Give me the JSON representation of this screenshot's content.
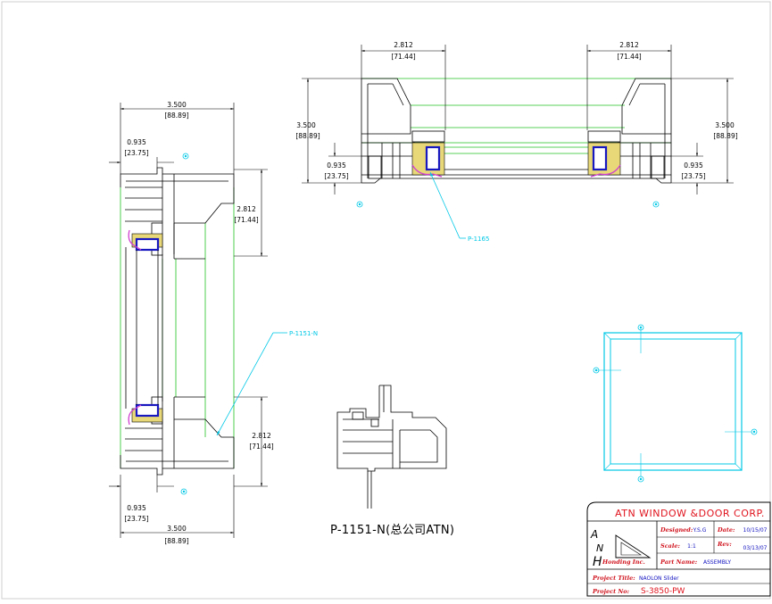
{
  "drawing": {
    "callouts": {
      "top": "P-1165",
      "left": "P-1151-N"
    },
    "caption": "P-1151-N(总公司ATN)",
    "top_view": {
      "width_left": "2.812",
      "width_left_mm": "[71.44]",
      "width_right": "2.812",
      "width_right_mm": "[71.44]",
      "height_left": "3.500",
      "height_left_mm": "[88.89]",
      "height_right": "3.500",
      "height_right_mm": "[88.89]",
      "offset_left": "0.935",
      "offset_left_mm": "[23.75]",
      "offset_right": "0.935",
      "offset_right_mm": "[23.75]"
    },
    "side_view": {
      "top_width": "3.500",
      "top_width_mm": "[88.89]",
      "top_offset": "0.935",
      "top_offset_mm": "[23.75]",
      "upper_height": "2.812",
      "upper_height_mm": "[71.44]",
      "lower_height": "2.812",
      "lower_height_mm": "[71.44]",
      "bottom_offset": "0.935",
      "bottom_offset_mm": "[23.75]",
      "bottom_width": "3.500",
      "bottom_width_mm": "[88.89]"
    }
  },
  "title_block": {
    "company": "ATN WINDOW &DOOR CORP.",
    "logo_text": "Honding Inc.",
    "designed_label": "Designed:",
    "designed_value": "Y.S.G",
    "date_label": "Date:",
    "date_value": "10/15/07",
    "scale_label": "Scale:",
    "scale_value": "1:1",
    "rev_label": "Rev:",
    "rev_value": "03/13/07",
    "part_name_label": "Part Name:",
    "part_name_value": "ASSEMBLY",
    "project_title_label": "Project Title:",
    "project_title_value": "NAOLON Slider",
    "project_no_label": "Project No:",
    "project_no_value": "S-3850-PW"
  },
  "colors": {
    "frame_line": "#000000",
    "glazing_guide": "#20c020",
    "callout": "#00c8e6",
    "weatherstrip": "#d040d0",
    "glass_spacer": "#1818c0",
    "sealant": "#e8d878",
    "title_red": "#e0141e",
    "title_blue": "#1010c0"
  }
}
